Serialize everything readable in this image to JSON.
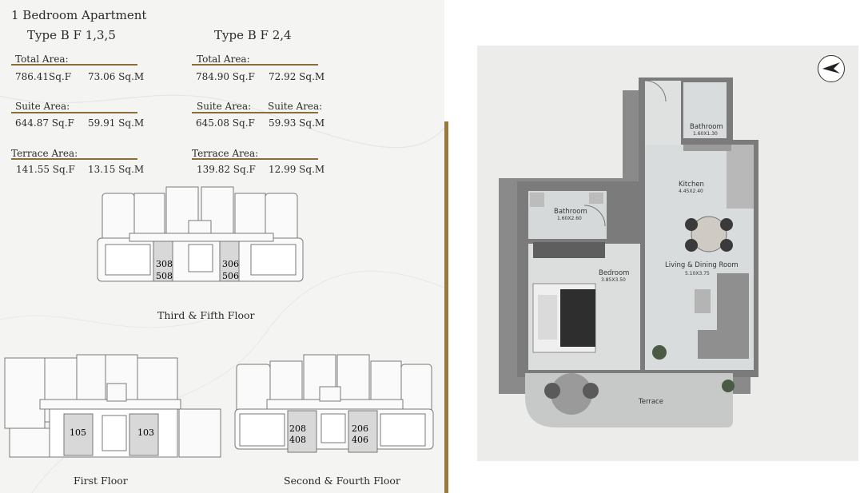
{
  "title": "1 Bedroom Apartment",
  "types": [
    {
      "label": "Type B  F 1,3,5",
      "total_area_label": "Total Area:",
      "total_sqf": "786.41Sq.F",
      "total_sqm": "73.06 Sq.M",
      "suite_area_label": "Suite Area:",
      "suite_sqf": "644.87 Sq.F",
      "suite_sqm": "59.91 Sq.M",
      "terrace_area_label": "Terrace Area:",
      "terrace_sqf": "141.55 Sq.F",
      "terrace_sqm": "13.15 Sq.M"
    },
    {
      "label": "Type B  F 2,4",
      "total_area_label": "Total Area:",
      "total_sqf": "784.90 Sq.F",
      "total_sqm": "72.92 Sq.M",
      "suite_area_label": "Suite Area:",
      "suite_area_label_2": "Suite Area:",
      "suite_sqf": "645.08 Sq.F",
      "suite_sqm": "59.93 Sq.M",
      "terrace_area_label": "Terrace Area:",
      "terrace_sqf": "139.82 Sq.F",
      "terrace_sqm": "12.99 Sq.M"
    }
  ],
  "key_plans": {
    "third_fifth": {
      "caption": "Third & Fifth Floor",
      "unit_a_top": "308",
      "unit_a_bottom": "508",
      "unit_b_top": "306",
      "unit_b_bottom": "506"
    },
    "first": {
      "caption": "First Floor",
      "unit_a": "105",
      "unit_b": "103"
    },
    "second_fourth": {
      "caption": "Second & Fourth Floor",
      "unit_a_top": "208",
      "unit_a_bottom": "408",
      "unit_b_top": "206",
      "unit_b_bottom": "406"
    }
  },
  "floor_plan": {
    "bathroom_1": {
      "name": "Bathroom",
      "dims": "1.60X1.30"
    },
    "kitchen": {
      "name": "Kitchen",
      "dims": "4.45X2.40"
    },
    "bathroom_2": {
      "name": "Bathroom",
      "dims": "1.60X2.60"
    },
    "bedroom": {
      "name": "Bedroom",
      "dims": "3.85X3.50"
    },
    "living": {
      "name": "Living & Dining Room",
      "dims": "5.10X3.75"
    },
    "terrace": {
      "name": "Terrace"
    }
  },
  "icons": {
    "compass": "north-arrow-icon"
  },
  "colors": {
    "gold": "#8a6d3b",
    "wall": "#7b7b7b",
    "floor": "#d9dcdc",
    "unit_highlight": "#d8d8d8"
  }
}
